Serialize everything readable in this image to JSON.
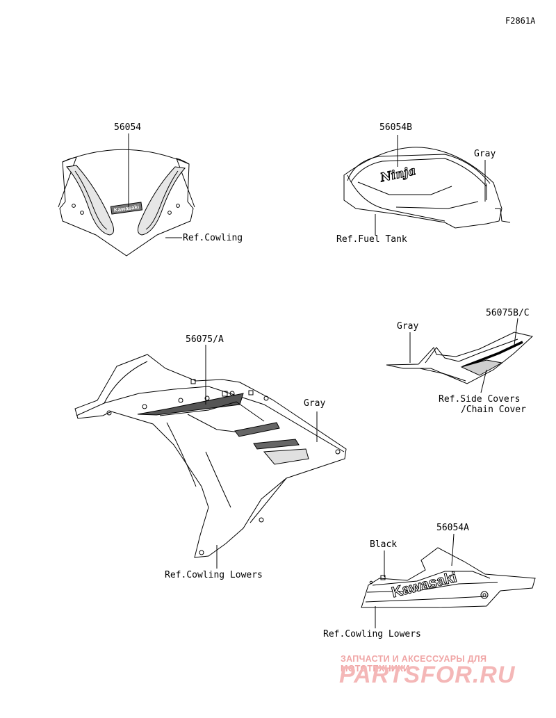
{
  "figure_id": "F2861A",
  "parts": {
    "windshield": {
      "part_no": "56054",
      "ref": "Ref.Cowling",
      "decal_text": "Kawasaki"
    },
    "fuel_tank": {
      "part_no": "56054B",
      "color_note": "Gray",
      "ref": "Ref.Fuel Tank",
      "decal_text": "Ninja"
    },
    "side_cover": {
      "part_no": "56075B/C",
      "color_note": "Gray",
      "ref_line1": "Ref.Side Covers",
      "ref_line2": "/Chain Cover"
    },
    "cowling": {
      "part_no": "56075/A",
      "color_note": "Gray",
      "ref": "Ref.Cowling Lowers"
    },
    "lower_cowl": {
      "part_no": "56054A",
      "color_note": "Black",
      "ref": "Ref.Cowling Lowers",
      "decal_text": "Kawasaki"
    }
  },
  "watermark": {
    "tagline": "ЗАПЧАСТИ И АКСЕССУАРЫ ДЛЯ МОТОТЕХНИКИ",
    "logo": "PARTSFOR.RU"
  }
}
